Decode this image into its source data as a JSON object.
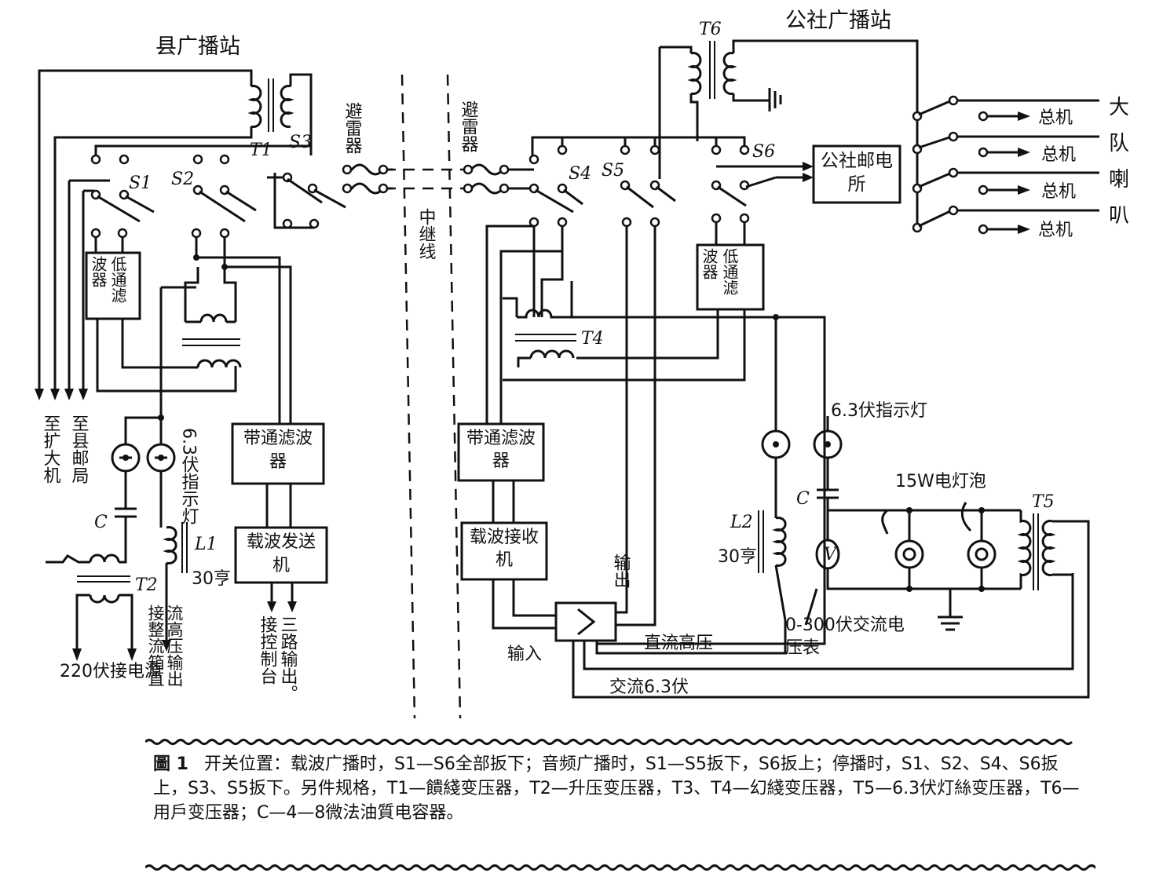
{
  "titles": {
    "county_station": "县广播站",
    "commune_station": "公社广播站"
  },
  "lightning_arresters": {
    "left": "避雷器",
    "right": "避雷器"
  },
  "relay_line": "中继线",
  "switches": [
    "S1",
    "S2",
    "S3",
    "S4",
    "S5",
    "S6"
  ],
  "transformers": {
    "t1": "T1",
    "t2": "T2",
    "t4": "T4",
    "t5": "T5",
    "t6": "T6"
  },
  "county_side": {
    "lowpass_filter": "低通滤波器",
    "to_amplifier": "至扩大机",
    "to_post_office": "至县邮局",
    "lamps_label": "6.3伏指示灯",
    "inductor": "L1",
    "inductor_value": "30亨",
    "capacitor": "C",
    "power": "220伏接电源",
    "hv_dc_output": "流高压输出 接整流箱直",
    "bandpass_filter": "带通滤波器",
    "carrier_transmitter": "载波发送机",
    "to_console": "接控制台",
    "three_way_output": "三路输出。"
  },
  "commune_side": {
    "post_office": "公社邮电所",
    "outputs": [
      "总机",
      "总机",
      "总机",
      "总机"
    ],
    "big_loudspeaker": "大队喇叭",
    "lowpass_filter": "低通滤波器",
    "bandpass_filter": "带通滤波器",
    "carrier_receiver": "载波接收机",
    "output_label": "输出",
    "input_label": "输入",
    "dc_high_voltage": "直流高压",
    "ac_voltage": "交流6.3伏",
    "lamp_label": "6.3伏指示灯",
    "inductor": "L2",
    "inductor_value": "30亨",
    "capacitor": "C",
    "bulbs_label": "15W电灯泡",
    "voltmeter": "0-300伏交流电压表",
    "meter_symbol": "V"
  },
  "caption": {
    "figure": "圖 1",
    "text": "开关位置：载波广播时，S1—S6全部扳下；音频广播时，S1—S5扳下，S6扳上；停播时，S1、S2、S4、S6扳上，S3、S5扳下。另件规格，T1—饋綫变压器，T2—升压变压器，T3、T4—幻綫变压器，T5—6.3伏灯絲变压器，T6—用戶变压器；C—4—8微法油質电容器。"
  }
}
